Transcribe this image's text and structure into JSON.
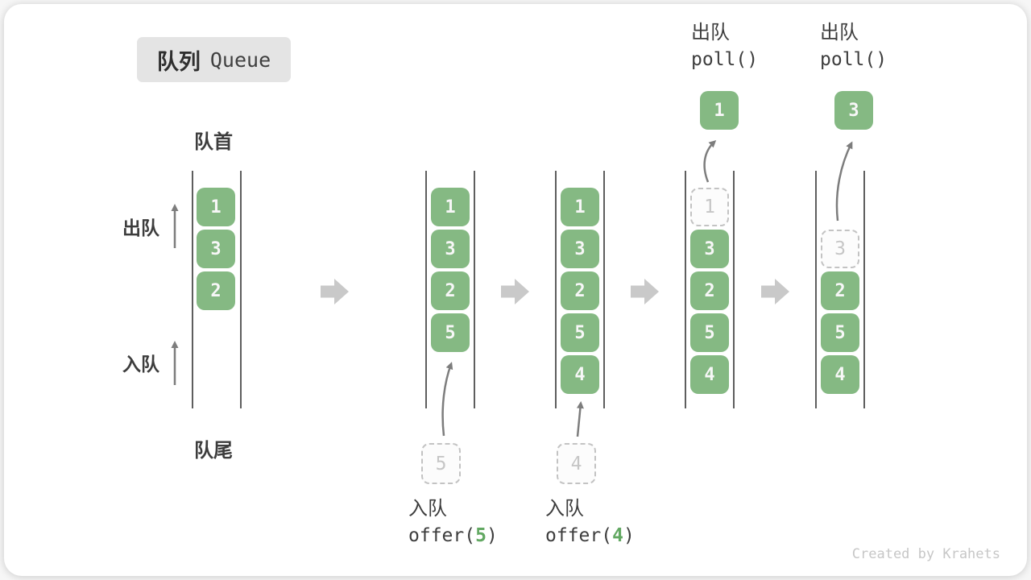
{
  "title": {
    "zh": "队列",
    "en": "Queue"
  },
  "labels": {
    "front": "队首",
    "rear": "队尾",
    "dequeue": "出队",
    "enqueue": "入队"
  },
  "operations": {
    "poll_a": {
      "label": "出队",
      "code": "poll()",
      "result": "1"
    },
    "poll_b": {
      "label": "出队",
      "code": "poll()",
      "result": "3"
    },
    "offer_a": {
      "label": "入队",
      "fn": "offer(",
      "arg": "5",
      "close": ")"
    },
    "offer_b": {
      "label": "入队",
      "fn": "offer(",
      "arg": "4",
      "close": ")"
    }
  },
  "pending": {
    "offer_a": "5",
    "offer_b": "4"
  },
  "columns": [
    {
      "boxes": [
        "1",
        "3",
        "2"
      ]
    },
    {
      "boxes": [
        "1",
        "3",
        "2",
        "5"
      ]
    },
    {
      "boxes": [
        "1",
        "3",
        "2",
        "5",
        "4"
      ]
    },
    {
      "removed": "1",
      "boxes": [
        "3",
        "2",
        "5",
        "4"
      ]
    },
    {
      "removed": "3",
      "boxes": [
        "2",
        "5",
        "4"
      ]
    }
  ],
  "icons": [
    "right-block-arrow",
    "up-arrow",
    "curved-arrow"
  ],
  "colors": {
    "box_green": "#85b983",
    "code_green": "#62a862",
    "block_arrow_gray": "#c9c9c9",
    "rail_gray": "#5e5e5e",
    "thin_arrow_gray": "#7d7d7d",
    "badge_bg": "#e4e4e4"
  },
  "watermark": "Created by Krahets"
}
